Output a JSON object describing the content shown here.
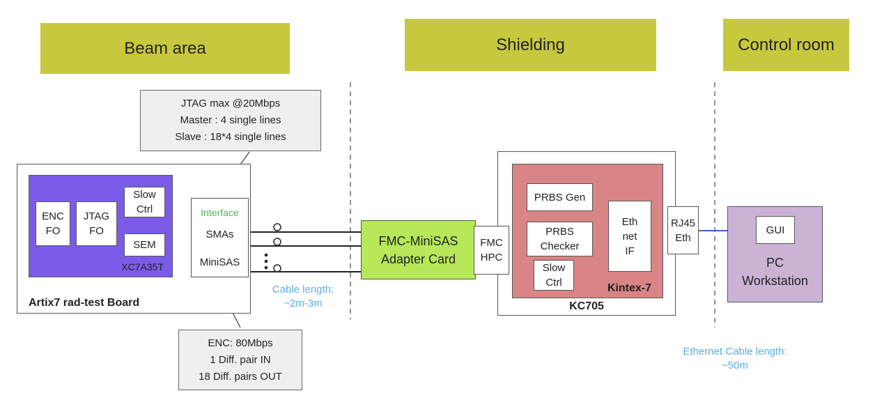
{
  "regions": {
    "beam_area": "Beam area",
    "shielding": "Shielding",
    "control_room": "Control room"
  },
  "jtag_callout": {
    "line1": "JTAG max @20Mbps",
    "line2": "Master : 4 single lines",
    "line3": "Slave : 18*4 single lines"
  },
  "enc_callout": {
    "line1": "ENC: 80Mbps",
    "line2": "1 Diff. pair IN",
    "line3": "18 Diff. pairs OUT"
  },
  "artix_board": {
    "title": "Artix7 rad-test Board",
    "fpga_label": "XC7A35T",
    "enc_fo": [
      "ENC",
      "FO"
    ],
    "jtag_fo": [
      "JTAG",
      "FO"
    ],
    "slow_ctrl": [
      "Slow",
      "Ctrl"
    ],
    "sem": "SEM",
    "interface_label": "Interface",
    "smas": "SMAs",
    "minisas": "MiniSAS"
  },
  "cable_length": {
    "line1": "Cable length:",
    "line2": "~2m-3m"
  },
  "adapter": {
    "line1": "FMC-MiniSAS",
    "line2": "Adapter Card"
  },
  "kc705": {
    "board_label": "KC705",
    "fpga_label": "Kintex-7",
    "fmc_hpc": [
      "FMC",
      "HPC"
    ],
    "prbs_gen": "PRBS Gen",
    "prbs_checker": [
      "PRBS",
      "Checker"
    ],
    "slow_ctrl": [
      "Slow",
      "Ctrl"
    ],
    "eth_if": [
      "Eth",
      "net",
      "IF"
    ],
    "rj45": [
      "RJ45",
      "Eth"
    ]
  },
  "pc": {
    "gui": "GUI",
    "line1": "PC",
    "line2": "Workstation"
  },
  "ethernet_cable": {
    "line1": "Ethernet Cable length:",
    "line2": "~50m"
  },
  "colors": {
    "region_fill": "#c8c83f",
    "artix_fpga": "#7b5ce8",
    "kintex_fpga": "#d98585",
    "adapter": "#b6e85a",
    "pc": "#cbb3d6",
    "callout": "#efefef",
    "link_blue": "#3a5cd8",
    "note_blue": "#5aaee8"
  }
}
